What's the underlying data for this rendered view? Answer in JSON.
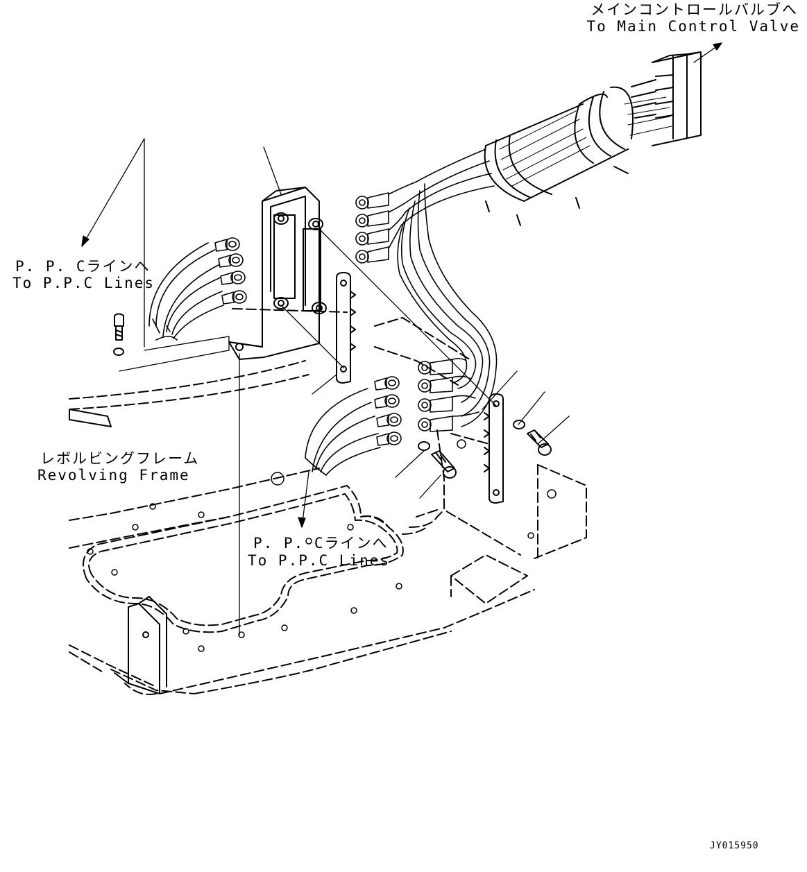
{
  "callouts": {
    "main_valve": {
      "jp": "メインコントロールバルブへ",
      "en": "To Main Control Valve"
    },
    "ppc_left": {
      "jp": "P. P. Cラインへ",
      "en": "To P.P.C Lines"
    },
    "frame": {
      "jp": "レボルビングフレーム",
      "en": "Revolving Frame"
    },
    "ppc_bottom": {
      "jp": "P. P. Cラインへ",
      "en": "To P.P.C Lines"
    }
  },
  "drawing_code": "JY015950",
  "colors": {
    "ink": "#000000",
    "paper": "#ffffff"
  }
}
